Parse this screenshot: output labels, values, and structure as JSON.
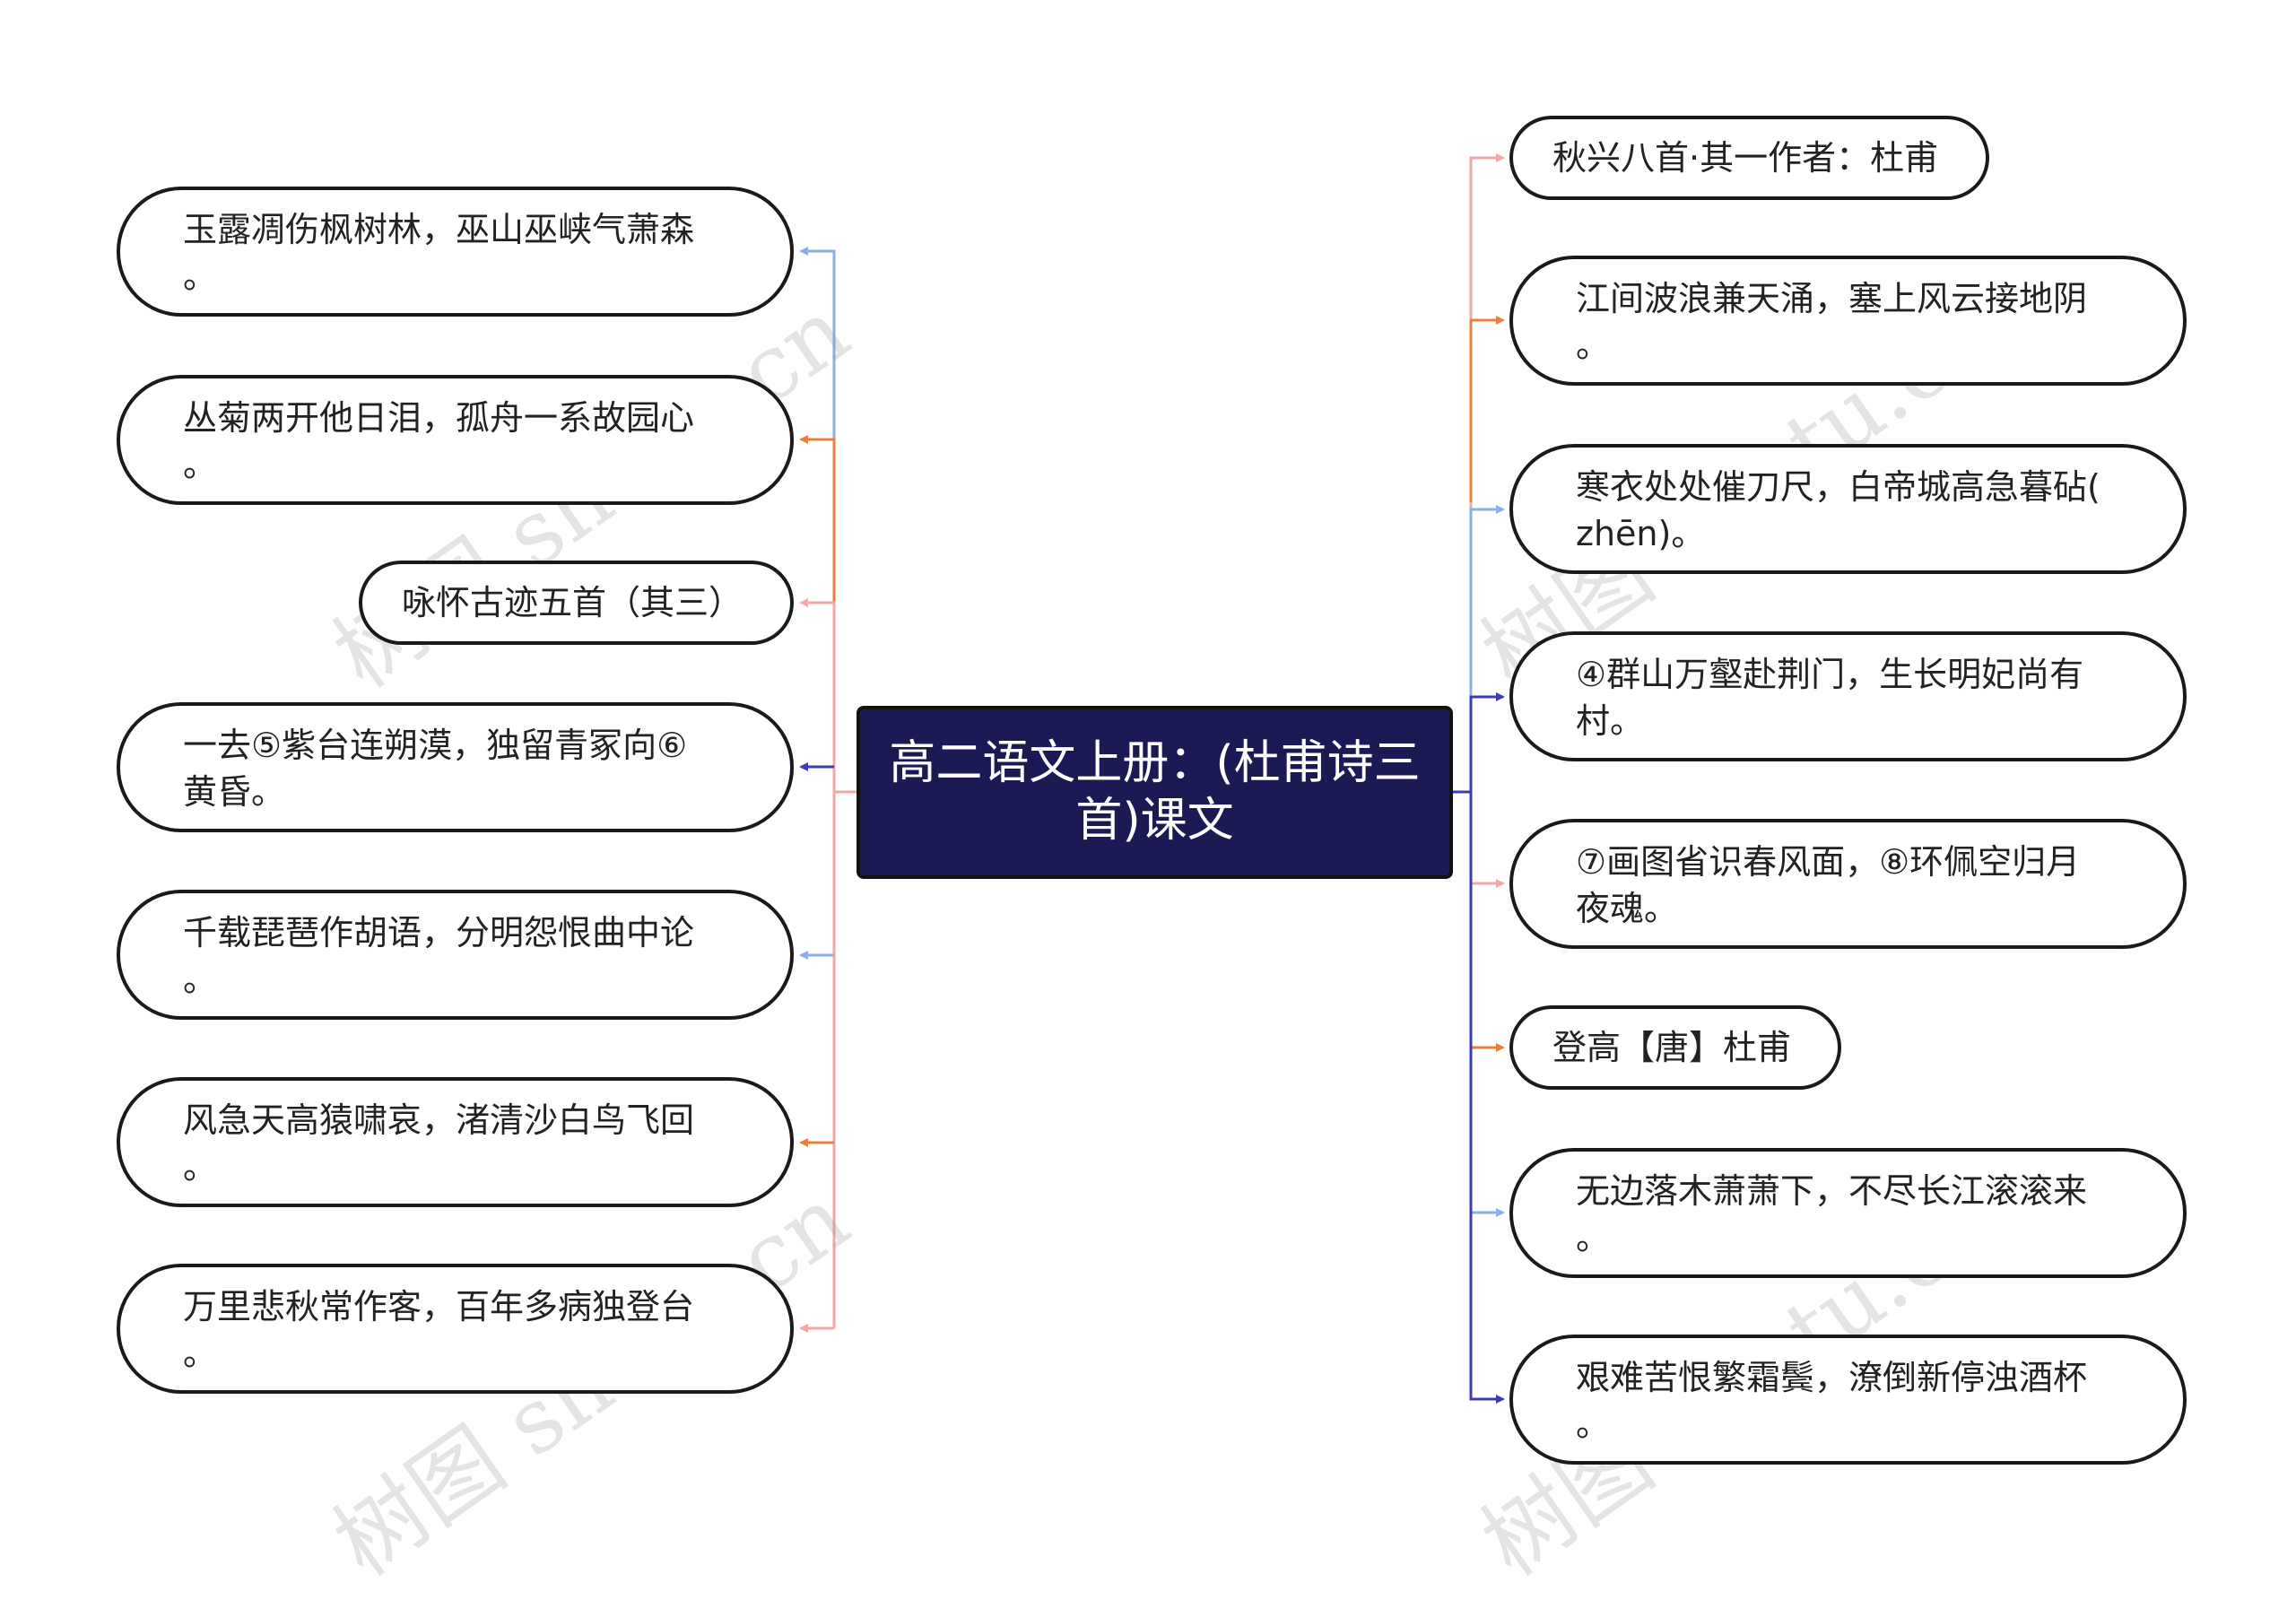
{
  "center": {
    "title": "高二语文上册：(杜甫诗三首)课文"
  },
  "left_nodes": [
    {
      "text": "玉露凋伤枫树林，巫山巫峡气萧森。",
      "line1": "玉露凋伤枫树林，巫山巫峡气萧森",
      "line2": "。",
      "color": "#8ab0e6"
    },
    {
      "text": "丛菊两开他日泪，孤舟一系故园心。",
      "line1": "丛菊两开他日泪，孤舟一系故园心",
      "line2": "。",
      "color": "#e8803c"
    },
    {
      "text": "咏怀古迹五首（其三）",
      "color": "#f0a8a8"
    },
    {
      "text": "一去⑤紫台连朔漠，独留青冢向⑥黄昏。",
      "line1": "一去⑤紫台连朔漠，独留青冢向⑥",
      "line2": "黄昏。",
      "color": "#3c3cb0"
    },
    {
      "text": "千载琵琶作胡语，分明怨恨曲中论。",
      "line1": "千载琵琶作胡语，分明怨恨曲中论",
      "line2": "。",
      "color": "#8ab0e6"
    },
    {
      "text": "风急天高猿啸哀，渚清沙白鸟飞回。",
      "line1": "风急天高猿啸哀，渚清沙白鸟飞回",
      "line2": "。",
      "color": "#e8803c"
    },
    {
      "text": "万里悲秋常作客，百年多病独登台。",
      "line1": "万里悲秋常作客，百年多病独登台",
      "line2": "。",
      "color": "#f0a8a8"
    }
  ],
  "right_nodes": [
    {
      "text": "秋兴八首·其一作者：杜甫",
      "color": "#f0a8a8"
    },
    {
      "text": "江间波浪兼天涌，塞上风云接地阴。",
      "line1": "江间波浪兼天涌，塞上风云接地阴",
      "line2": "。",
      "color": "#e8803c"
    },
    {
      "text": "寒衣处处催刀尺，白帝城高急暮砧(zhēn)。",
      "line1": "寒衣处处催刀尺，白帝城高急暮砧(",
      "line2": "zhēn)。",
      "color": "#8ab0e6"
    },
    {
      "text": "④群山万壑赴荆门，生长明妃尚有村。",
      "line1": "④群山万壑赴荆门，生长明妃尚有",
      "line2": "村。",
      "color": "#3c3cb0"
    },
    {
      "text": "⑦画图省识春风面，⑧环佩空归月夜魂。",
      "line1": "⑦画图省识春风面，⑧环佩空归月",
      "line2": "夜魂。",
      "color": "#f0a8a8"
    },
    {
      "text": "登高【唐】杜甫",
      "color": "#e8803c"
    },
    {
      "text": "无边落木萧萧下，不尽长江滚滚来。",
      "line1": "无边落木萧萧下，不尽长江滚滚来",
      "line2": "。",
      "color": "#8ab0e6"
    },
    {
      "text": "艰难苦恨繁霜鬓，潦倒新停浊酒杯。",
      "line1": "艰难苦恨繁霜鬓，潦倒新停浊酒杯",
      "line2": "。",
      "color": "#3c3cb0"
    }
  ],
  "watermark": "树图 shutu.cn",
  "colors": {
    "center_bg": "#1c1a55",
    "node_border": "#1a1a1a",
    "text": "#222222"
  }
}
